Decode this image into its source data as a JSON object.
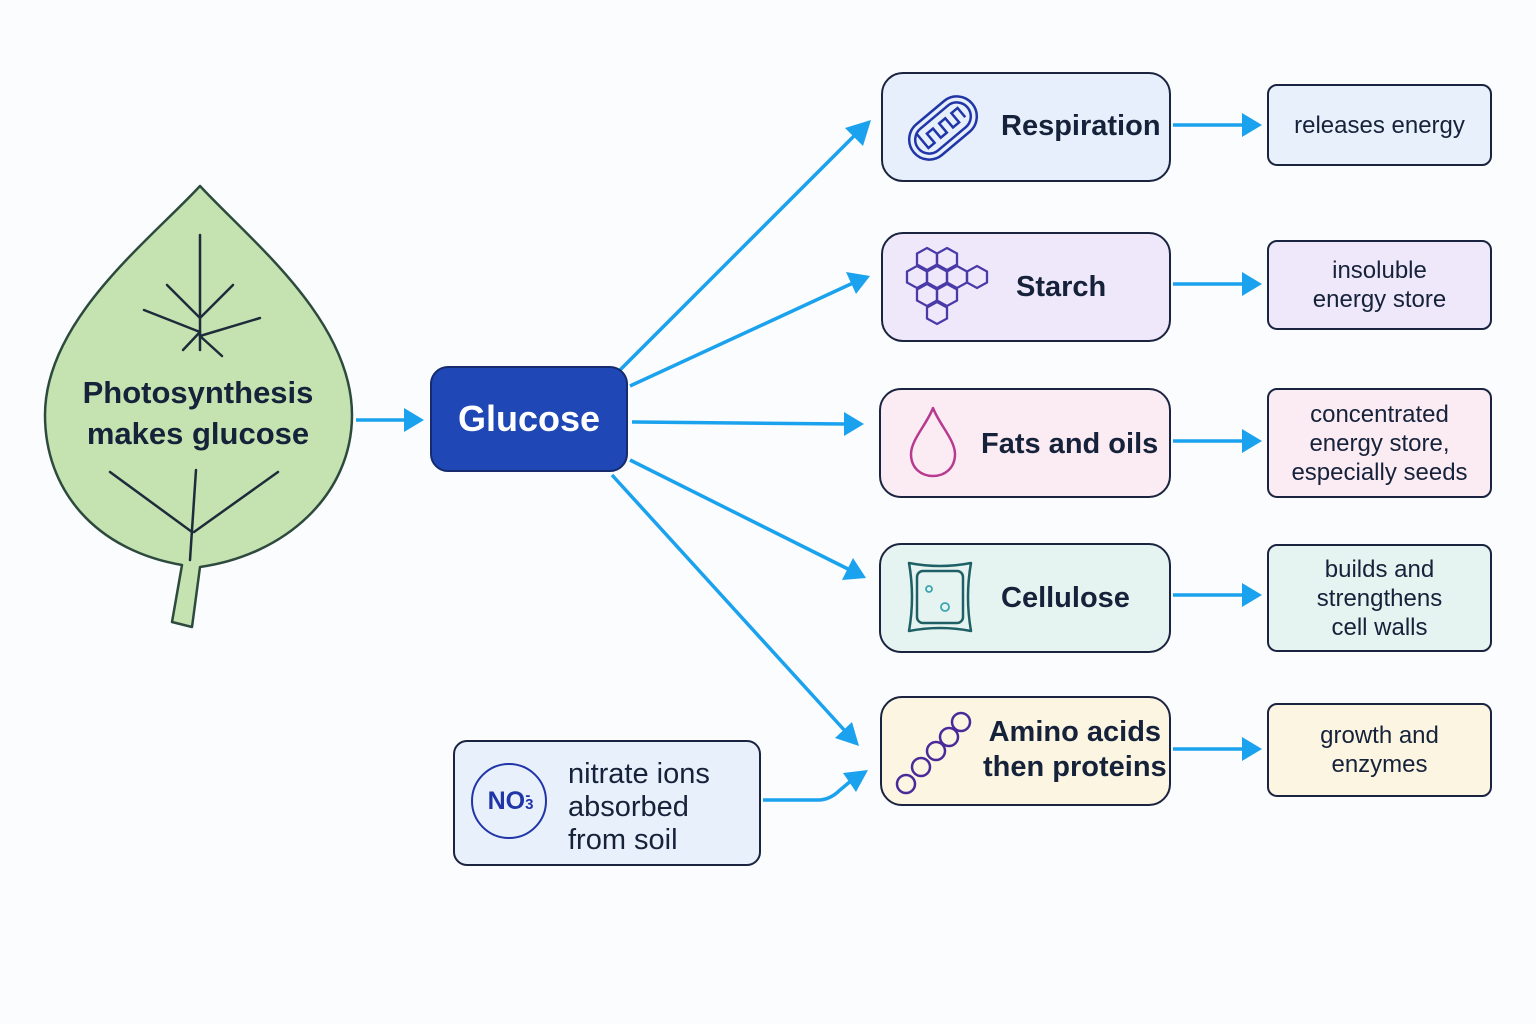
{
  "colors": {
    "arrow": "#1ba2ee",
    "glucose_fill": "#1f47b5",
    "leaf_fill": "#c5e3b0",
    "leaf_stroke": "#2d4a3e",
    "respiration_fill": "#e6effb",
    "starch_fill": "#eee8fa",
    "fats_fill": "#fbecf4",
    "cellulose_fill": "#e6f4f1",
    "amino_fill": "#fcf5e2"
  },
  "leaf": {
    "line1": "Photosynthesis",
    "line2": "makes glucose",
    "icon": "leaf-icon"
  },
  "glucose": {
    "label": "Glucose"
  },
  "processes": [
    {
      "id": "respiration",
      "label": "Respiration",
      "icon": "mitochondrion-icon",
      "output": [
        "releases energy"
      ]
    },
    {
      "id": "starch",
      "label": "Starch",
      "icon": "hexagon-chain-icon",
      "output": [
        "insoluble",
        "energy store"
      ]
    },
    {
      "id": "fats",
      "label": "Fats and oils",
      "icon": "oil-drop-icon",
      "output": [
        "concentrated",
        "energy store,",
        "especially seeds"
      ]
    },
    {
      "id": "cellulose",
      "label": "Cellulose",
      "icon": "plant-cell-icon",
      "output": [
        "builds and",
        "strengthens",
        "cell walls"
      ]
    },
    {
      "id": "amino",
      "label_lines": [
        "Amino acids",
        "then proteins"
      ],
      "icon": "bead-chain-icon",
      "output": [
        "growth and",
        "enzymes"
      ]
    }
  ],
  "nitrate": {
    "symbol": "NO",
    "subscript": "3",
    "superscript": "-",
    "lines": [
      "nitrate ions",
      "absorbed",
      "from soil"
    ]
  }
}
